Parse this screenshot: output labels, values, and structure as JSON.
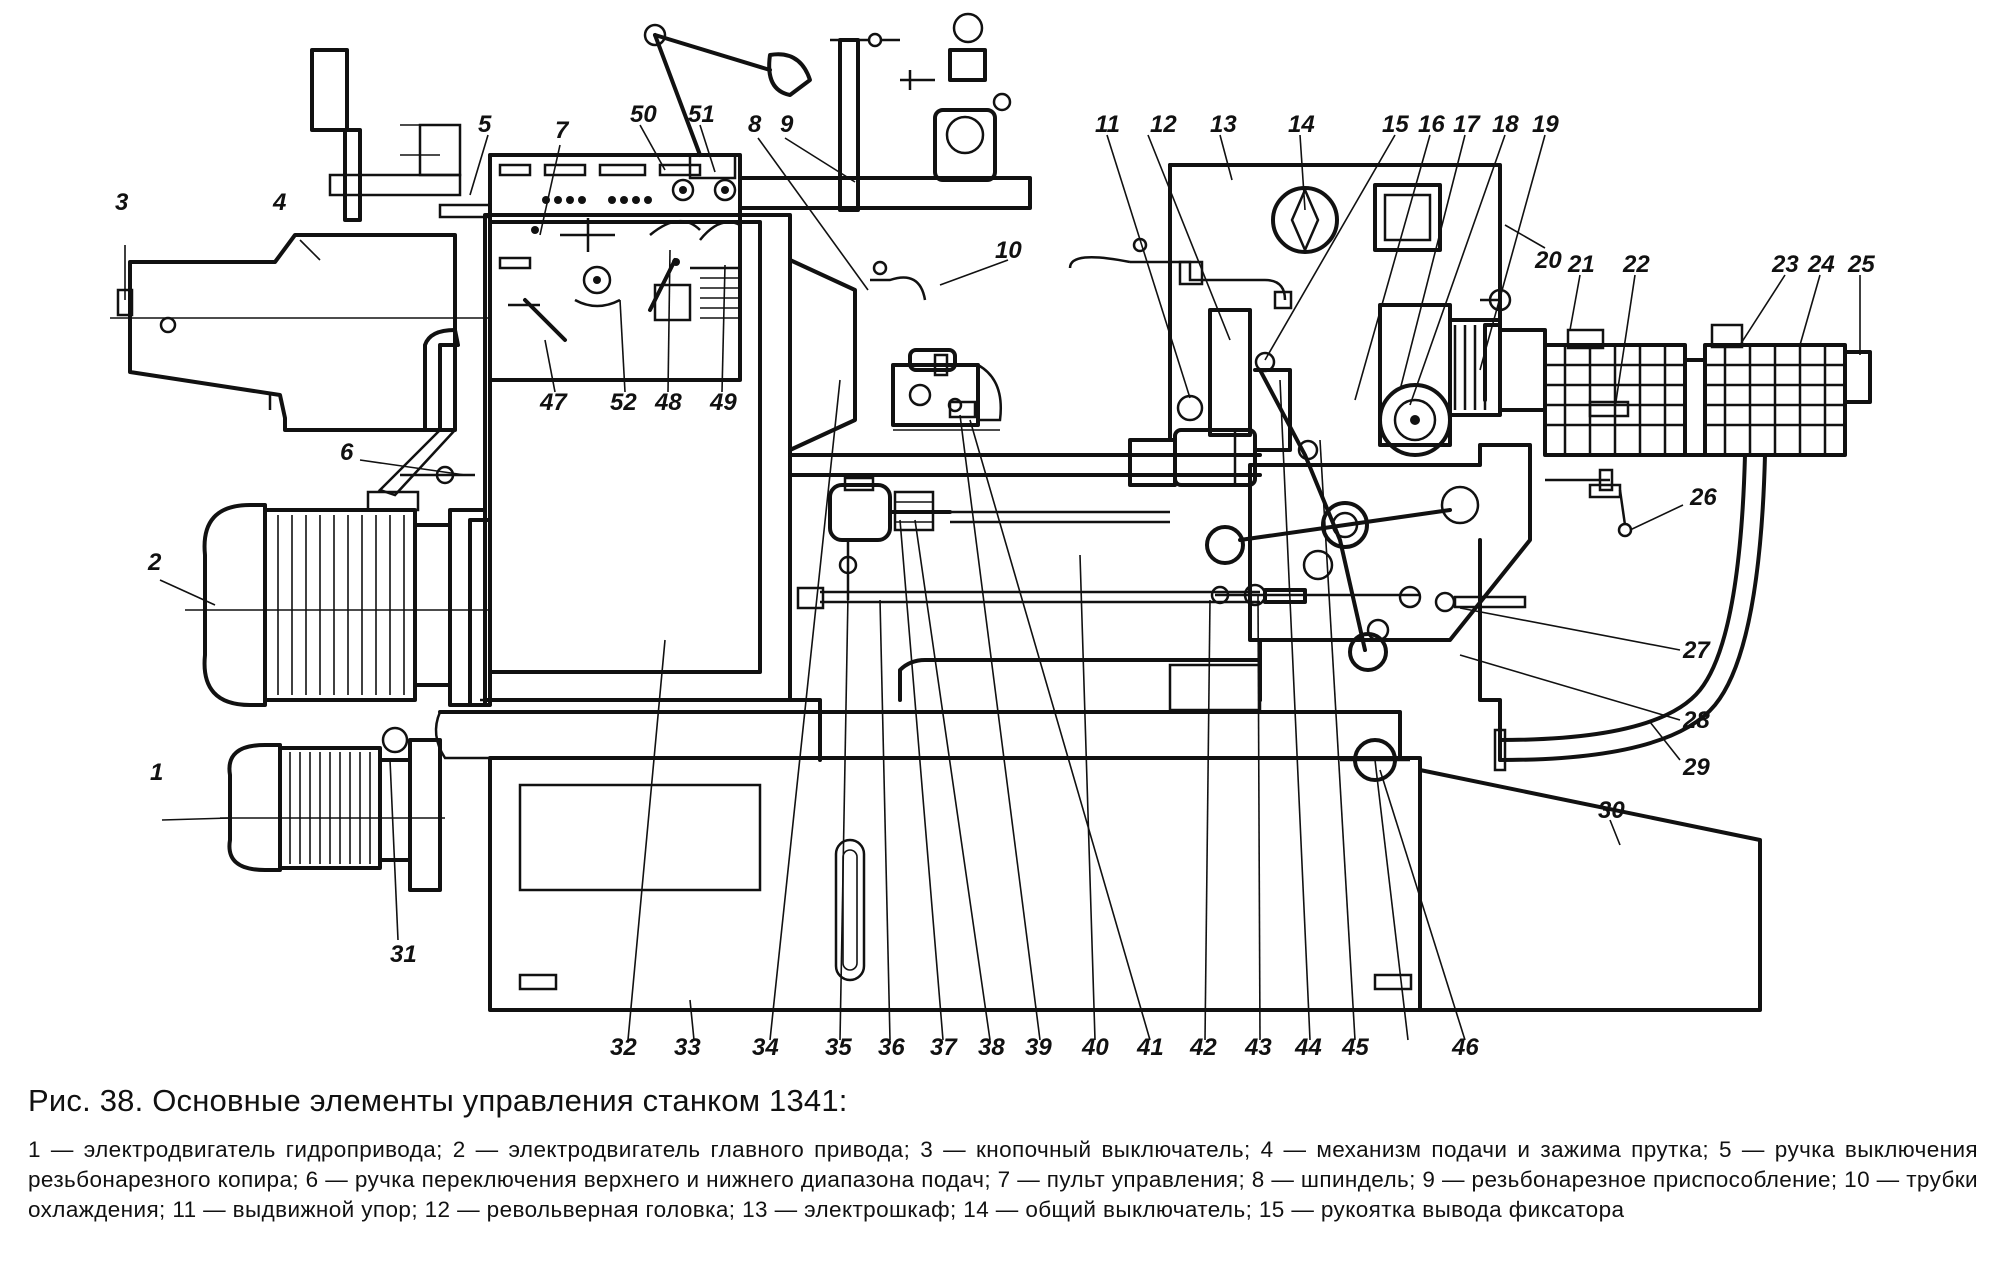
{
  "figure": {
    "callouts": [
      {
        "n": "1"
      },
      {
        "n": "2"
      },
      {
        "n": "3"
      },
      {
        "n": "4"
      },
      {
        "n": "5"
      },
      {
        "n": "6"
      },
      {
        "n": "7"
      },
      {
        "n": "8"
      },
      {
        "n": "9"
      },
      {
        "n": "10"
      },
      {
        "n": "11"
      },
      {
        "n": "12"
      },
      {
        "n": "13"
      },
      {
        "n": "14"
      },
      {
        "n": "15"
      },
      {
        "n": "16"
      },
      {
        "n": "17"
      },
      {
        "n": "18"
      },
      {
        "n": "19"
      },
      {
        "n": "20"
      },
      {
        "n": "21"
      },
      {
        "n": "22"
      },
      {
        "n": "23"
      },
      {
        "n": "24"
      },
      {
        "n": "25"
      },
      {
        "n": "26"
      },
      {
        "n": "27"
      },
      {
        "n": "28"
      },
      {
        "n": "29"
      },
      {
        "n": "30"
      },
      {
        "n": "31"
      },
      {
        "n": "32"
      },
      {
        "n": "33"
      },
      {
        "n": "34"
      },
      {
        "n": "35"
      },
      {
        "n": "36"
      },
      {
        "n": "37"
      },
      {
        "n": "38"
      },
      {
        "n": "39"
      },
      {
        "n": "40"
      },
      {
        "n": "41"
      },
      {
        "n": "42"
      },
      {
        "n": "43"
      },
      {
        "n": "44"
      },
      {
        "n": "45"
      },
      {
        "n": "46"
      },
      {
        "n": "47"
      },
      {
        "n": "48"
      },
      {
        "n": "49"
      },
      {
        "n": "50"
      },
      {
        "n": "51"
      },
      {
        "n": "52"
      }
    ]
  },
  "caption": {
    "title": "Рис. 38. Основные элементы управления станком 1341:",
    "text": "1 — электродвигатель гидропривода; 2 — электродвигатель главного привода; 3 — кнопочный выключатель; 4 — механизм подачи и зажима прутка; 5 — ручка выключения резьбонарезного копира; 6 — ручка переключения верхнего и нижнего диапазона подач; 7 — пульт управления; 8 — шпиндель; 9 — резьбонарезное приспособление; 10 — трубки охлаждения; 11 — выдвижной упор; 12 — револьверная головка; 13 — электрошкаф; 14 — общий выключатель; 15 — рукоятка вывода фиксатора"
  }
}
